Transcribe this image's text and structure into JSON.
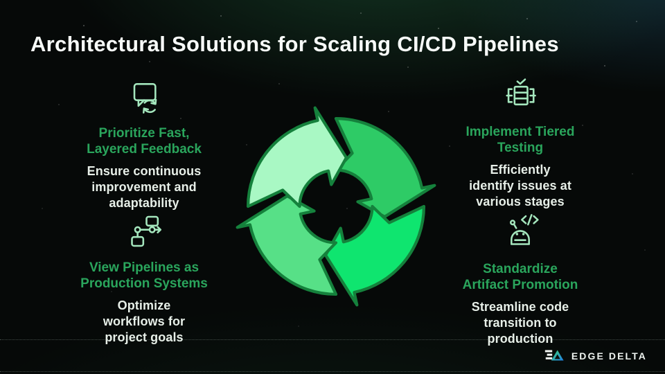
{
  "title": "Architectural Solutions for Scaling CI/CD Pipelines",
  "quadrants": [
    {
      "icon": "feedback-refresh-icon",
      "heading": "Prioritize Fast,\nLayered Feedback",
      "body": "Ensure continuous\nimprovement and\nadaptability"
    },
    {
      "icon": "tiered-testing-icon",
      "heading": "Implement Tiered\nTesting",
      "body": "Efficiently\nidentify issues at\nvarious stages"
    },
    {
      "icon": "pipeline-flow-icon",
      "heading": "View Pipelines as\nProduction Systems",
      "body": "Optimize\nworkflows for\nproject goals"
    },
    {
      "icon": "robot-code-icon",
      "heading": "Standardize\nArtifact Promotion",
      "body": "Streamline code\ntransition to\nproduction"
    }
  ],
  "cycle": {
    "type": "cycle-arrows",
    "arrow_count": 4,
    "arrow_colors": [
      "#2ecb66",
      "#0fe56f",
      "#57e087",
      "#a9f8c4"
    ],
    "outline_color": "#15813c"
  },
  "footer": {
    "brand": "EDGE DELTA"
  },
  "colors": {
    "heading_green": "#2aa55c",
    "body_text": "#e7efe8",
    "icon_stroke": "#a4e6bd",
    "title_text": "#f7fbf8",
    "background": "#060908"
  }
}
